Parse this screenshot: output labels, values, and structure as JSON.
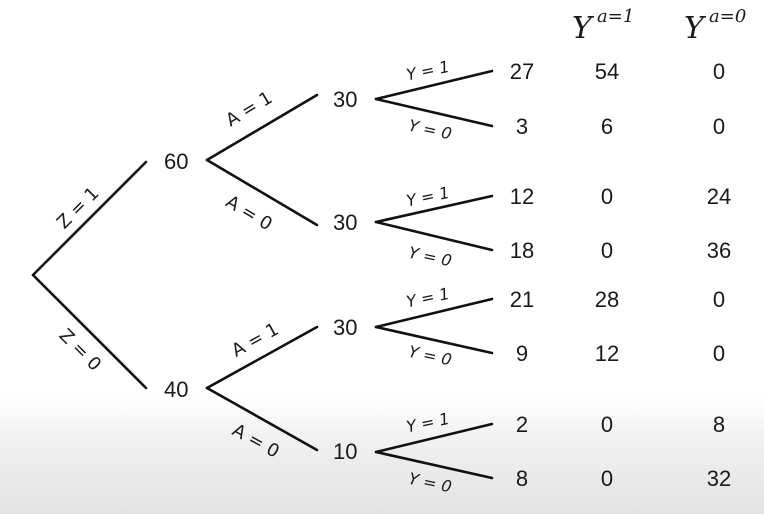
{
  "headers": {
    "y_a1": {
      "base": "Y",
      "sup": "a=1"
    },
    "y_a0": {
      "base": "Y",
      "sup": "a=0"
    }
  },
  "z_edges": {
    "z1": "Z = 1",
    "z0": "Z = 0"
  },
  "z_nodes": {
    "z1": "60",
    "z0": "40"
  },
  "a_edges": {
    "a1": "A = 1",
    "a0": "A = 0"
  },
  "y_edges": {
    "y1": "Y = 1",
    "y0": "Y = 0"
  },
  "a_nodes": [
    "30",
    "30",
    "30",
    "10"
  ],
  "leaves": [
    {
      "count": "27",
      "y_a1": "54",
      "y_a0": "0"
    },
    {
      "count": "3",
      "y_a1": "6",
      "y_a0": "0"
    },
    {
      "count": "12",
      "y_a1": "0",
      "y_a0": "24"
    },
    {
      "count": "18",
      "y_a1": "0",
      "y_a0": "36"
    },
    {
      "count": "21",
      "y_a1": "28",
      "y_a0": "0"
    },
    {
      "count": "9",
      "y_a1": "12",
      "y_a0": "0"
    },
    {
      "count": "2",
      "y_a1": "0",
      "y_a0": "8"
    },
    {
      "count": "8",
      "y_a1": "0",
      "y_a0": "32"
    }
  ]
}
